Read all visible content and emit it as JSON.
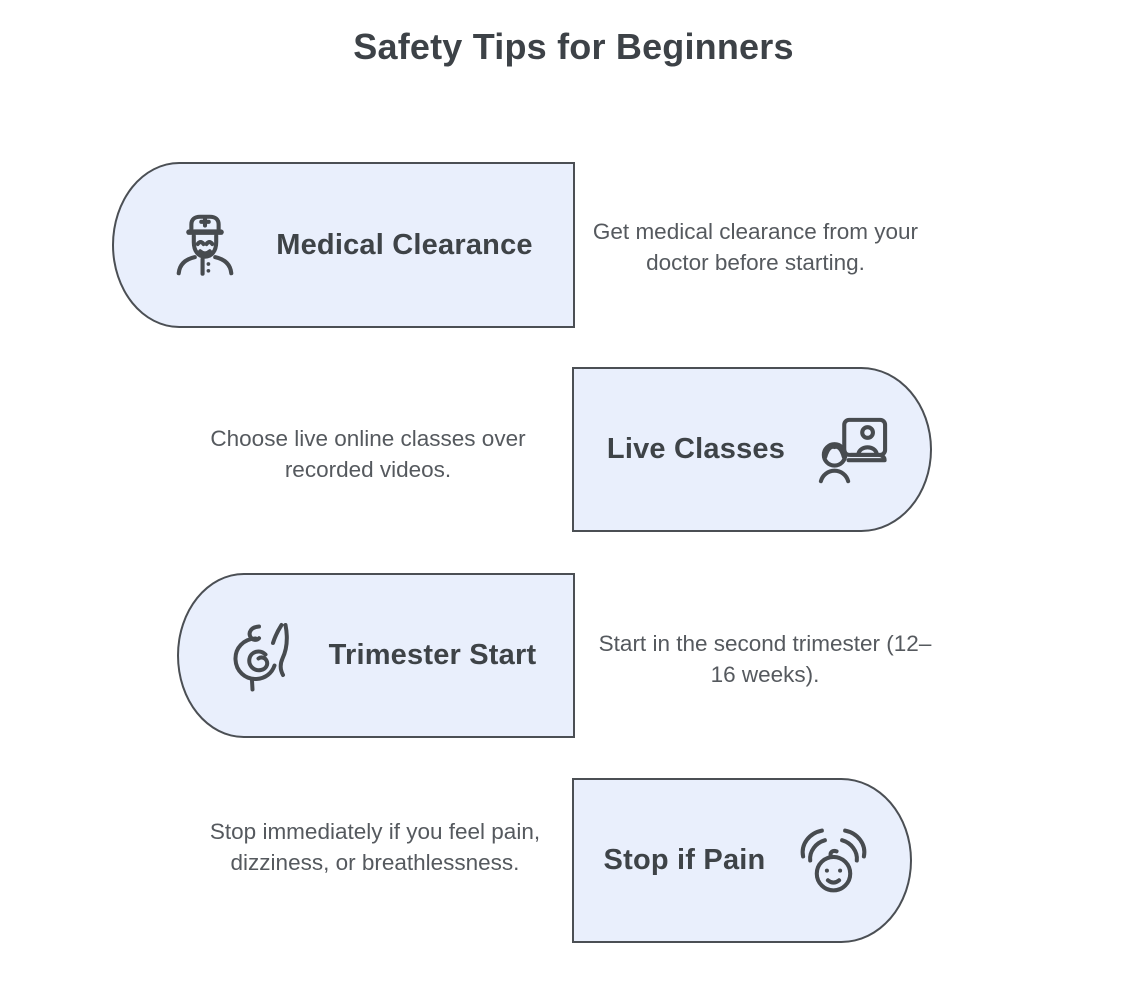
{
  "page": {
    "title": "Safety Tips for Beginners"
  },
  "colors": {
    "background": "#ffffff",
    "card_fill": "#e9effc",
    "card_border": "#4b4f54",
    "heading_text": "#3e4347",
    "body_text": "#55595e",
    "icon_stroke": "#474b4f"
  },
  "tips": [
    {
      "icon": "doctor-icon",
      "title": "Medical Clearance",
      "description": "Get medical clearance from your doctor before starting.",
      "card_side": "left"
    },
    {
      "icon": "video-call-icon",
      "title": "Live Classes",
      "description": "Choose live online classes over recorded videos.",
      "card_side": "right"
    },
    {
      "icon": "pregnancy-icon",
      "title": "Trimester Start",
      "description": "Start in the second trimester (12–16 weeks).",
      "card_side": "left"
    },
    {
      "icon": "stop-pain-icon",
      "title": "Stop if Pain",
      "description": "Stop immediately if you feel pain, dizziness, or breathlessness.",
      "card_side": "right"
    }
  ]
}
